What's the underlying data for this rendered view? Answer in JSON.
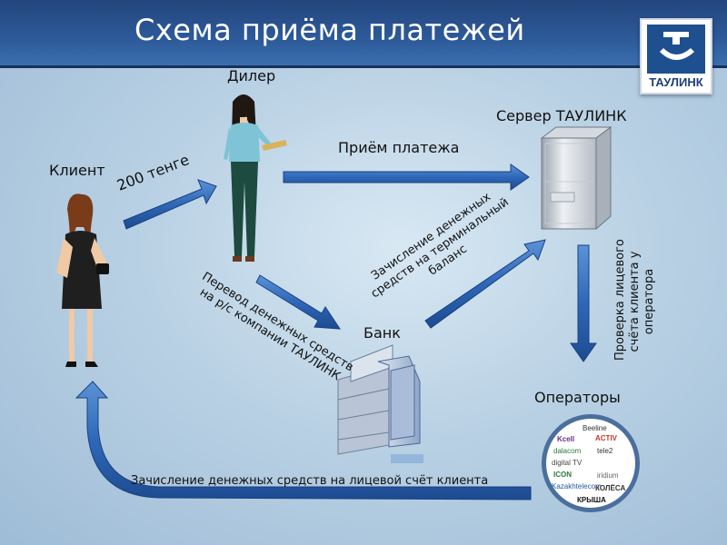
{
  "title": "Схема приёма платежей",
  "logo": {
    "text": "ТАУЛИНК"
  },
  "nodes": {
    "client": "Клиент",
    "dealer": "Дилер",
    "server": "Сервер ТАУЛИНК",
    "bank": "Банк",
    "operators": "Операторы"
  },
  "edges": {
    "client_to_dealer": "200 тенге",
    "dealer_to_server": "Приём платежа",
    "dealer_to_bank_line1": "Перевод денежных средств",
    "dealer_to_bank_line2": "на р/с компании ТАУЛИНК",
    "bank_to_server_line1": "Зачисление денежных",
    "bank_to_server_line2": "средств на терминальный",
    "bank_to_server_line3": "баланс",
    "server_to_operators_line1": "Проверка лицевого",
    "server_to_operators_line2": "счёта клиента у",
    "server_to_operators_line3": "оператора",
    "operators_to_client": "Зачисление денежных средств на лицевой счёт клиента"
  },
  "operator_logos": [
    "Beeline",
    "Kcell",
    "ACTIV",
    "dalacom",
    "tele2",
    "digital TV",
    "ICON",
    "iridium",
    "Kazakhtelecom",
    "КОЛЁСА",
    "КРЫША"
  ],
  "colors": {
    "header": "#2d5a99",
    "arrow": "#2f67b8",
    "arrow_dark": "#1d4b91"
  }
}
